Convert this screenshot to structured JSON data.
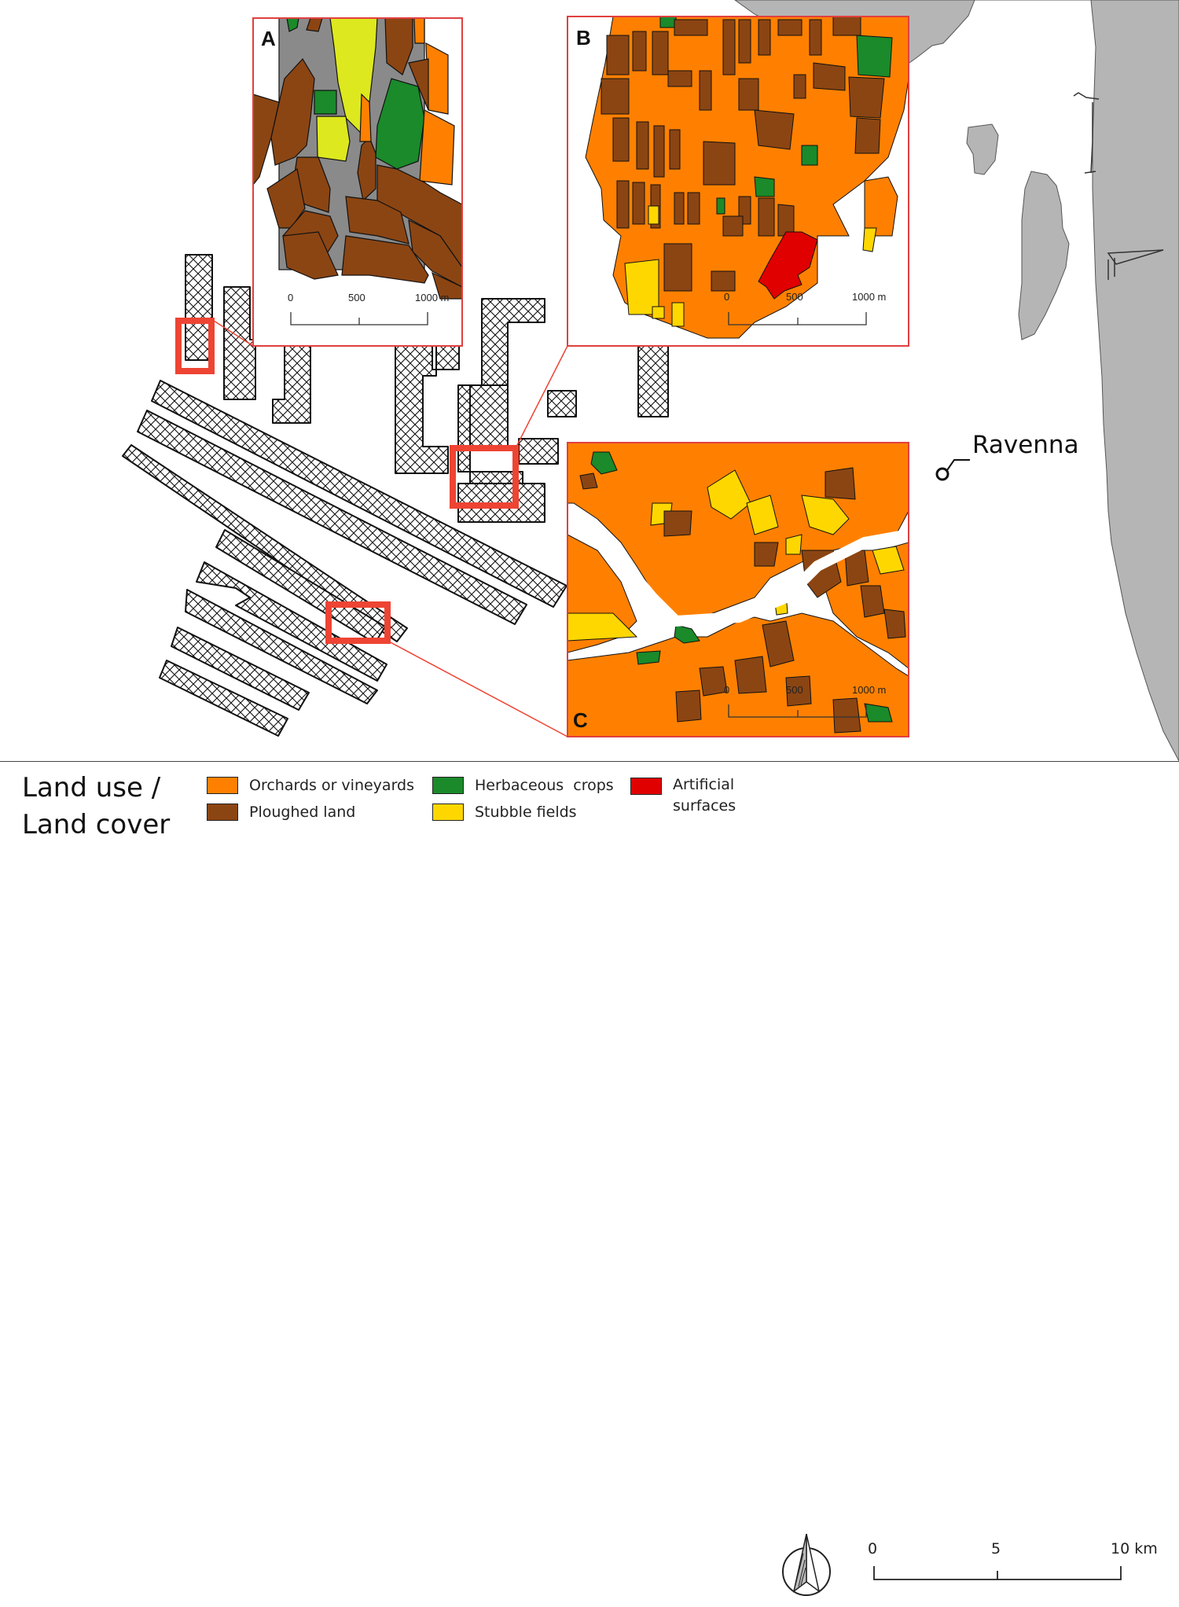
{
  "insets": [
    {
      "letter": "A",
      "scale_labels": [
        "0",
        "500",
        "1000 m"
      ]
    },
    {
      "letter": "B",
      "scale_labels": [
        "0",
        "500",
        "1000 m"
      ]
    },
    {
      "letter": "C",
      "scale_labels": [
        "0",
        "500",
        "1000 m"
      ]
    }
  ],
  "city": {
    "name": "Ravenna"
  },
  "legend": {
    "title_line1": "Land use /",
    "title_line2": "Land cover",
    "items": [
      {
        "label": "Orchards or vineyards",
        "color": "#ff8000"
      },
      {
        "label": "Ploughed land",
        "color": "#8b4513"
      },
      {
        "label": "Herbaceous  crops",
        "color": "#1a8a2a"
      },
      {
        "label": "Stubble fields",
        "color": "#ffd700"
      },
      {
        "label_line1": "Artificial",
        "label_line2": "surfaces",
        "color": "#e00000"
      }
    ]
  },
  "scale_bar": {
    "labels": [
      "0",
      "5",
      "10 km"
    ]
  },
  "colors": {
    "sea": "#b5b5b5",
    "highlight_box": "#ee4433",
    "inset_border": "#e04040",
    "hatch": "#000000",
    "lime": "#dde81e"
  },
  "icons": [
    "north-arrow-icon",
    "city-point-icon"
  ]
}
